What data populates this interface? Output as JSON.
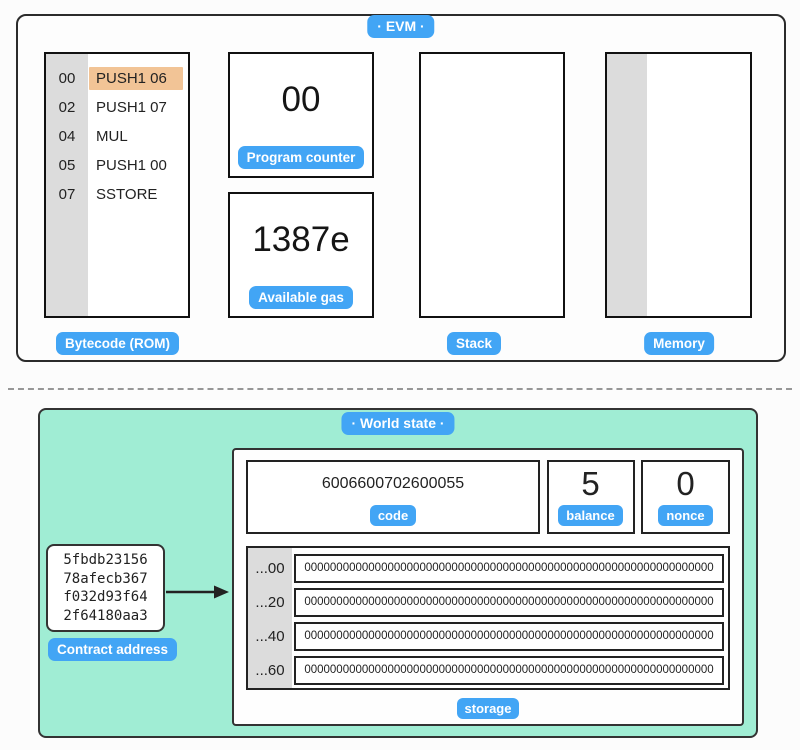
{
  "colors": {
    "accent_blue": "#42a5f5",
    "world_state_bg": "#a0edd4",
    "active_instruction_highlight": "#f2c496",
    "gray_column": "#dcdcdc"
  },
  "evm": {
    "title": "· EVM ·",
    "bytecode": {
      "label": "Bytecode (ROM)",
      "rows": [
        {
          "offset": "00",
          "instruction": "PUSH1 06",
          "active": true
        },
        {
          "offset": "02",
          "instruction": "PUSH1 07",
          "active": false
        },
        {
          "offset": "04",
          "instruction": "MUL",
          "active": false
        },
        {
          "offset": "05",
          "instruction": "PUSH1 00",
          "active": false
        },
        {
          "offset": "07",
          "instruction": "SSTORE",
          "active": false
        }
      ]
    },
    "program_counter": {
      "value": "00",
      "label": "Program counter"
    },
    "gas": {
      "value": "1387e",
      "label": "Available gas"
    },
    "stack": {
      "label": "Stack",
      "items": []
    },
    "memory": {
      "label": "Memory",
      "items": []
    }
  },
  "world_state": {
    "title": "· World state ·",
    "contract_address": {
      "label": "Contract address",
      "lines": [
        "5fbdb23156",
        "78afecb367",
        "f032d93f64",
        "2f64180aa3"
      ]
    },
    "account": {
      "code": {
        "value": "6006600702600055",
        "label": "code"
      },
      "balance": {
        "value": "5",
        "label": "balance"
      },
      "nonce": {
        "value": "0",
        "label": "nonce"
      },
      "storage": {
        "label": "storage",
        "rows": [
          {
            "offset": "...00",
            "value": "0000000000000000000000000000000000000000000000000000000000000000"
          },
          {
            "offset": "...20",
            "value": "0000000000000000000000000000000000000000000000000000000000000000"
          },
          {
            "offset": "...40",
            "value": "0000000000000000000000000000000000000000000000000000000000000000"
          },
          {
            "offset": "...60",
            "value": "0000000000000000000000000000000000000000000000000000000000000000"
          }
        ]
      }
    }
  }
}
